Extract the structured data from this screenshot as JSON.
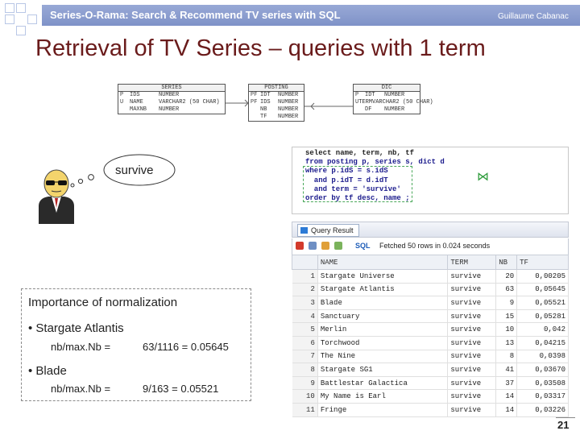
{
  "header": {
    "title": "Series-O-Rama: Search & Recommend TV series with SQL",
    "author": "Guillaume Cabanac",
    "color": "#8a9dd0"
  },
  "slide": {
    "title": "Retrieval of TV Series – queries with 1 term",
    "page_number": "21"
  },
  "schema": {
    "tables": [
      {
        "name": "SERIES",
        "rows": [
          {
            "key": "P",
            "name": "IDS",
            "type": "NUMBER"
          },
          {
            "key": "U",
            "name": "NAME",
            "type": "VARCHAR2 (50 CHAR)"
          },
          {
            "key": "",
            "name": "MAXNB",
            "type": "NUMBER"
          }
        ]
      },
      {
        "name": "POSTING",
        "rows": [
          {
            "key": "PF",
            "name": "IDT",
            "type": "NUMBER"
          },
          {
            "key": "PF",
            "name": "IDS",
            "type": "NUMBER"
          },
          {
            "key": "",
            "name": "NB",
            "type": "NUMBER"
          },
          {
            "key": "",
            "name": "TF",
            "type": "NUMBER"
          }
        ]
      },
      {
        "name": "DIC",
        "rows": [
          {
            "key": "P",
            "name": "IDT",
            "type": "NUMBER"
          },
          {
            "key": "U",
            "name": "TERM",
            "type": "VARCHAR2 (50 CHAR)"
          },
          {
            "key": "",
            "name": "DF",
            "type": "NUMBER"
          }
        ]
      }
    ]
  },
  "bubble": {
    "text": "survive"
  },
  "sql": {
    "lines": [
      "select name, term, nb, tf",
      "from posting p, series s, dict d",
      "where p.idS = s.idS",
      "  and p.idT = d.idT",
      "  and term = 'survive'",
      "order by tf desc, name ;"
    ],
    "join_symbol": "⋈"
  },
  "query_result": {
    "tab_label": "Query Result",
    "sql_label": "SQL",
    "fetched_text": "Fetched 50 rows in 0.024 seconds",
    "columns": [
      "NAME",
      "TERM",
      "NB",
      "TF"
    ],
    "rows": [
      {
        "n": "1",
        "name": "Stargate Universe",
        "term": "survive",
        "nb": "20",
        "tf": "0,00205"
      },
      {
        "n": "2",
        "name": "Stargate Atlantis",
        "term": "survive",
        "nb": "63",
        "tf": "0,05645"
      },
      {
        "n": "3",
        "name": "Blade",
        "term": "survive",
        "nb": "9",
        "tf": "0,05521"
      },
      {
        "n": "4",
        "name": "Sanctuary",
        "term": "survive",
        "nb": "15",
        "tf": "0,05281"
      },
      {
        "n": "5",
        "name": "Merlin",
        "term": "survive",
        "nb": "10",
        "tf": "0,042"
      },
      {
        "n": "6",
        "name": "Torchwood",
        "term": "survive",
        "nb": "13",
        "tf": "0,04215"
      },
      {
        "n": "7",
        "name": "The Nine",
        "term": "survive",
        "nb": "8",
        "tf": "0,0398"
      },
      {
        "n": "8",
        "name": "Stargate SG1",
        "term": "survive",
        "nb": "41",
        "tf": "0,03670"
      },
      {
        "n": "9",
        "name": "Battlestar Galactica",
        "term": "survive",
        "nb": "37",
        "tf": "0,03508"
      },
      {
        "n": "10",
        "name": "My Name is Earl",
        "term": "survive",
        "nb": "14",
        "tf": "0,03317"
      },
      {
        "n": "11",
        "name": "Fringe",
        "term": "survive",
        "nb": "14",
        "tf": "0,03226"
      }
    ]
  },
  "normalization": {
    "title": "Importance of normalization",
    "items": [
      {
        "bullet": "• Stargate Atlantis",
        "label": "nb/max.Nb =",
        "value": "63/1116 = 0.05645"
      },
      {
        "bullet": "• Blade",
        "label": "nb/max.Nb =",
        "value": "9/163 = 0.05521"
      }
    ]
  }
}
